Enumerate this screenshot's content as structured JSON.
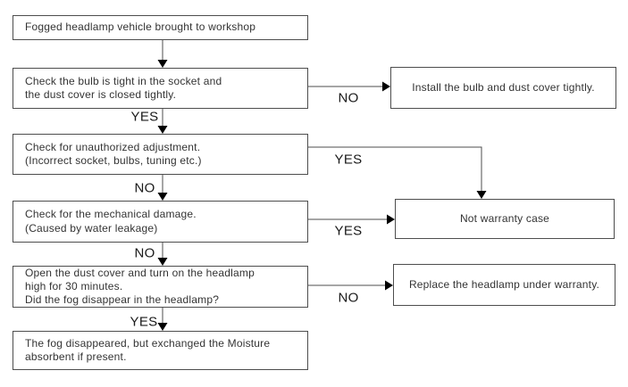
{
  "diagram": {
    "type": "flowchart",
    "title": "",
    "colors": {
      "background": "#ffffff",
      "box_border": "#4d4d4d",
      "connector": "#4d4d4d",
      "arrowhead": "#000000",
      "text": "#333333"
    },
    "nodes": {
      "start": "Fogged headlamp vehicle brought to workshop",
      "check_bulb": "Check the bulb is tight in the socket and\nthe dust cover is closed tightly.",
      "check_adjustment": "Check for unauthorized adjustment.\n(Incorrect socket, bulbs, tuning etc.)",
      "check_damage": "Check for the mechanical damage.\n(Caused by water leakage)",
      "open_dust_cover": "Open the dust cover and turn on the headlamp\nhigh for 30 minutes.\nDid the fog disappear in the headlamp?",
      "fog_disappeared": "The fog disappeared, but exchanged the Moisture\nabsorbent if present.",
      "install_bulb": "Install the bulb and dust cover tightly.",
      "not_warranty": "Not warranty case",
      "replace_headlamp": "Replace the headlamp under warranty."
    },
    "edges": {
      "check_bulb_no": {
        "from": "check_bulb",
        "to": "install_bulb",
        "label": "NO"
      },
      "check_bulb_yes": {
        "from": "check_bulb",
        "to": "check_adjustment",
        "label": "YES"
      },
      "check_adjustment_yes": {
        "from": "check_adjustment",
        "to": "not_warranty",
        "label": "YES"
      },
      "check_adjustment_no": {
        "from": "check_adjustment",
        "to": "check_damage",
        "label": "NO"
      },
      "check_damage_yes": {
        "from": "check_damage",
        "to": "not_warranty",
        "label": "YES"
      },
      "check_damage_no": {
        "from": "check_damage",
        "to": "open_dust_cover",
        "label": "NO"
      },
      "open_dust_cover_no": {
        "from": "open_dust_cover",
        "to": "replace_headlamp",
        "label": "NO"
      },
      "open_dust_cover_yes": {
        "from": "open_dust_cover",
        "to": "fog_disappeared",
        "label": "YES"
      }
    }
  }
}
